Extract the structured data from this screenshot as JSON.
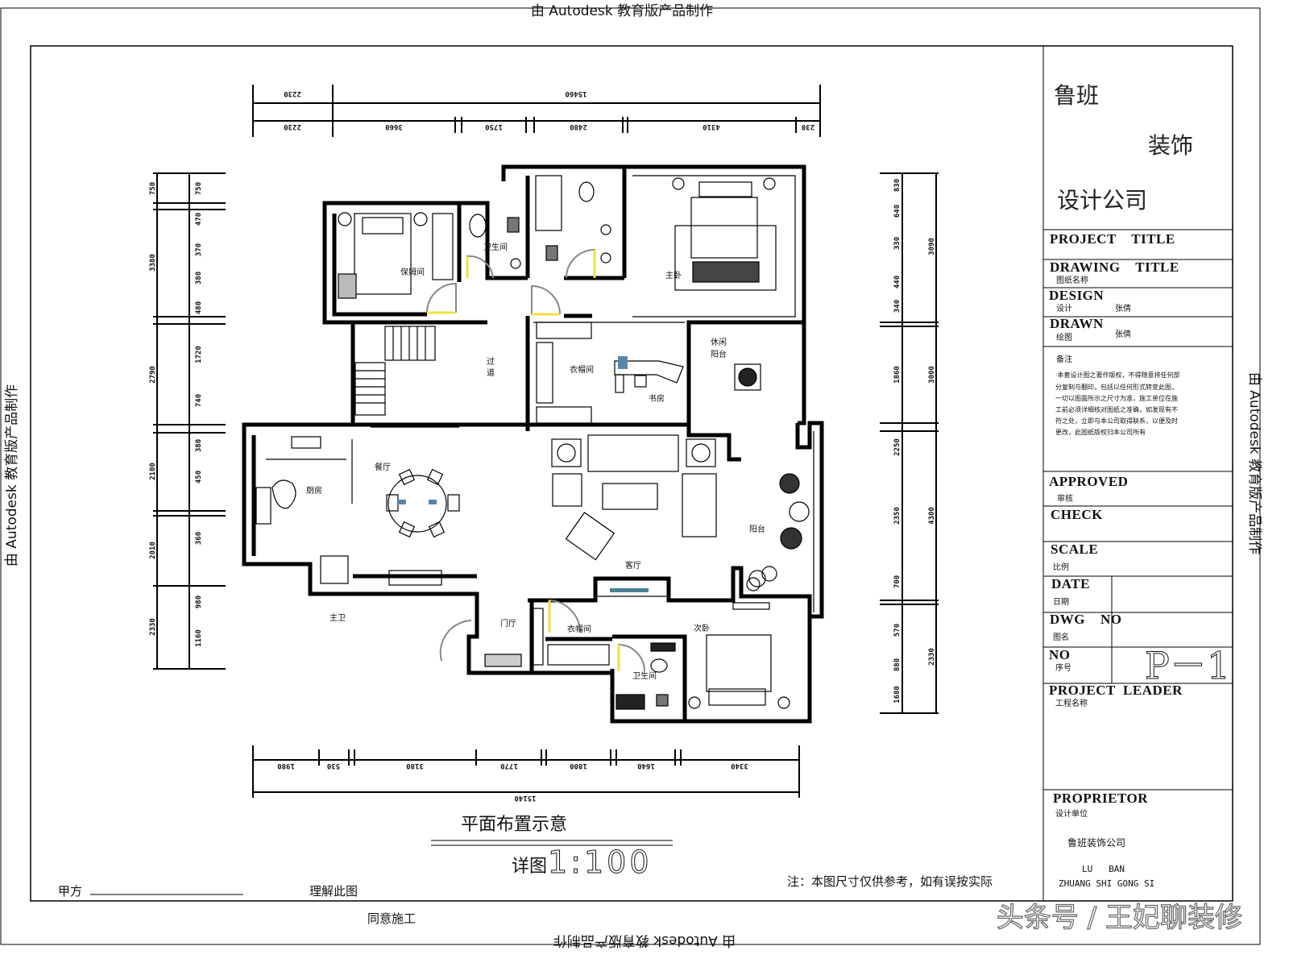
{
  "watermark": "由 Autodesk 教育版产品制作",
  "title_block": {
    "company": [
      "鲁班",
      "装饰",
      "设计公司"
    ],
    "project_title": "PROJECT    TITLE",
    "drawing_title": "DRAWING    TITLE",
    "drawing_title_cn": "图纸名称",
    "design": "DESIGN",
    "design_cn": "设计",
    "design_name": "张倩",
    "drawn": "DRAWN",
    "drawn_cn": "绘图",
    "drawn_name": "张倩",
    "notes_heading": "备注",
    "notes": [
      "·本套设计图之著作版权，不得随意将任何部",
      "分复制与翻印，包括以任何形式转变此图，",
      "一切以图面所示之尺寸为准，施工单位在施",
      "工前必须详细核对图纸之准确，如发现有不",
      "符之处，立即与本公司取得联系，以便及时",
      "更改，此图纸版权归本公司所有"
    ],
    "approved": "APPROVED",
    "approved_cn": "审核",
    "check": "CHECK",
    "scale": "SCALE",
    "scale_cn": "比例",
    "date": "DATE",
    "date_cn": "日期",
    "dwg_no": "DWG    NO",
    "dwg_no_cn": "图名",
    "no": "NO",
    "no_cn": "序号",
    "sheet_no": "P－1",
    "project_leader": "PROJECT  LEADER",
    "project_leader_cn": "工程名称",
    "proprietor": "PROPRIETOR",
    "proprietor_cn": "设计单位",
    "company_full": "鲁班装饰公司",
    "company_pinyin_1": "LU   BAN",
    "company_pinyin_2": "ZHUANG SHI GONG SI"
  },
  "plan": {
    "rooms": {
      "nanny_room": "保姆间",
      "bathroom_top": "卫生间",
      "corridor_1": "过",
      "corridor_2": "道",
      "master_bedroom": "主卧",
      "cloakroom_top": "衣帽间",
      "study": "书房",
      "leisure_balcony_1": "休闲",
      "leisure_balcony_2": "阳台",
      "dining": "餐厅",
      "kitchen": "厨房",
      "master_bath": "主卫",
      "foyer": "门厅",
      "living": "客厅",
      "balcony": "阳台",
      "cloakroom_bottom": "衣帽间",
      "bathroom_bottom": "卫生间",
      "second_bedroom": "次卧"
    },
    "dims_top_outer": [
      "2230",
      "15460"
    ],
    "dims_top_inner": [
      "2230",
      "3660",
      "1750",
      "2480",
      "4310",
      "230"
    ],
    "dims_bottom_inner": [
      "1980",
      "530",
      "3180",
      "1770",
      "1800",
      "1640",
      "3340"
    ],
    "dims_bottom_total": "15140",
    "dims_left_outer": [
      "750",
      "3380",
      "2790",
      "2100",
      "2010",
      "2330"
    ],
    "dims_left_inner": [
      "750",
      "470",
      "370",
      "380",
      "480",
      "1720",
      "740",
      "380",
      "450",
      "360",
      "980",
      "1160"
    ],
    "dims_right_outer": [
      "3090",
      "3000",
      "4300",
      "2330"
    ],
    "dims_right_inner": [
      "830",
      "640",
      "330",
      "440",
      "340",
      "1860",
      "2250",
      "2350",
      "700",
      "570",
      "880",
      "1680"
    ]
  },
  "drawing_caption": "平面布置示意",
  "scale_label_prefix": "详图",
  "scale_label": "1:100",
  "disclaimer": "注：本图尺寸仅供参考，如有误按实际",
  "client_label": "甲方",
  "understand_label": "理解此图",
  "agree_label": "同意施工",
  "source_watermark": "头条号 / 王妃聊装修"
}
